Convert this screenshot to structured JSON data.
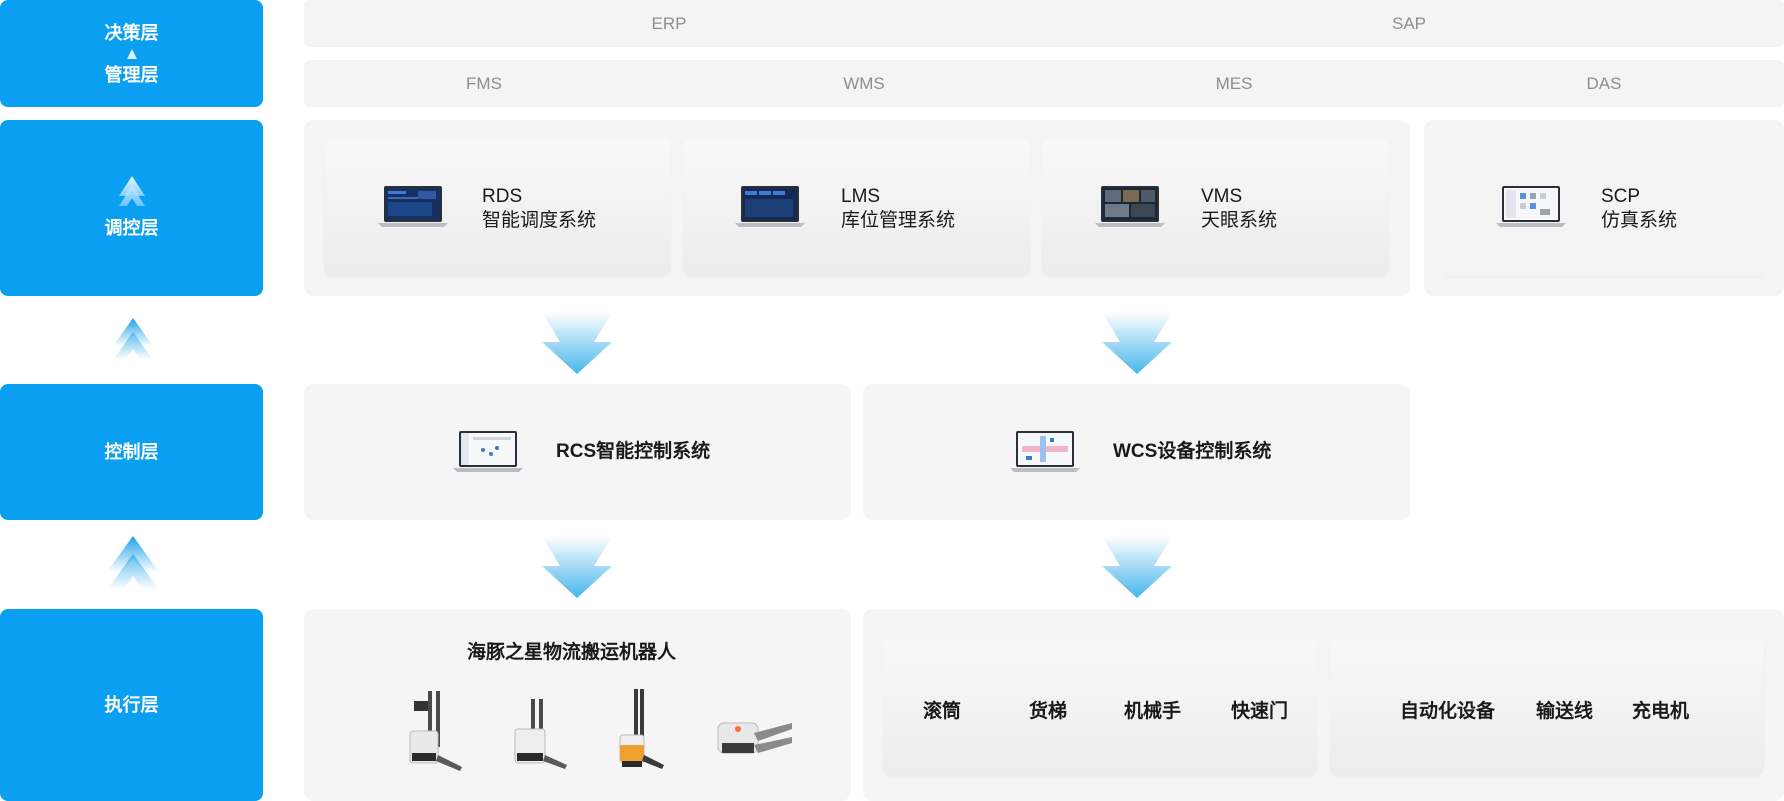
{
  "layers": {
    "decision": "决策层",
    "management": "管理层",
    "dispatch": "调控层",
    "control": "控制层",
    "execution": "执行层"
  },
  "top_bar_1": [
    "ERP",
    "SAP"
  ],
  "top_bar_2": [
    "FMS",
    "WMS",
    "MES",
    "DAS"
  ],
  "dispatch_systems": [
    {
      "code": "RDS",
      "name": "智能调度系统"
    },
    {
      "code": "LMS",
      "name": "库位管理系统"
    },
    {
      "code": "VMS",
      "name": "天眼系统"
    },
    {
      "code": "SCP",
      "name": "仿真系统"
    }
  ],
  "control_systems": [
    "RCS智能控制系统",
    "WCS设备控制系统"
  ],
  "robots_title": "海豚之星物流搬运机器人",
  "equipment_group_1": [
    "滚筒",
    "货梯",
    "机械手",
    "快速门"
  ],
  "equipment_group_2": [
    "自动化设备",
    "输送线",
    "充电机"
  ],
  "colors": {
    "layer_blue": "#0a9ff0",
    "panel_bg": "#f5f5f5",
    "arrow_blue": "#4db8ec"
  }
}
